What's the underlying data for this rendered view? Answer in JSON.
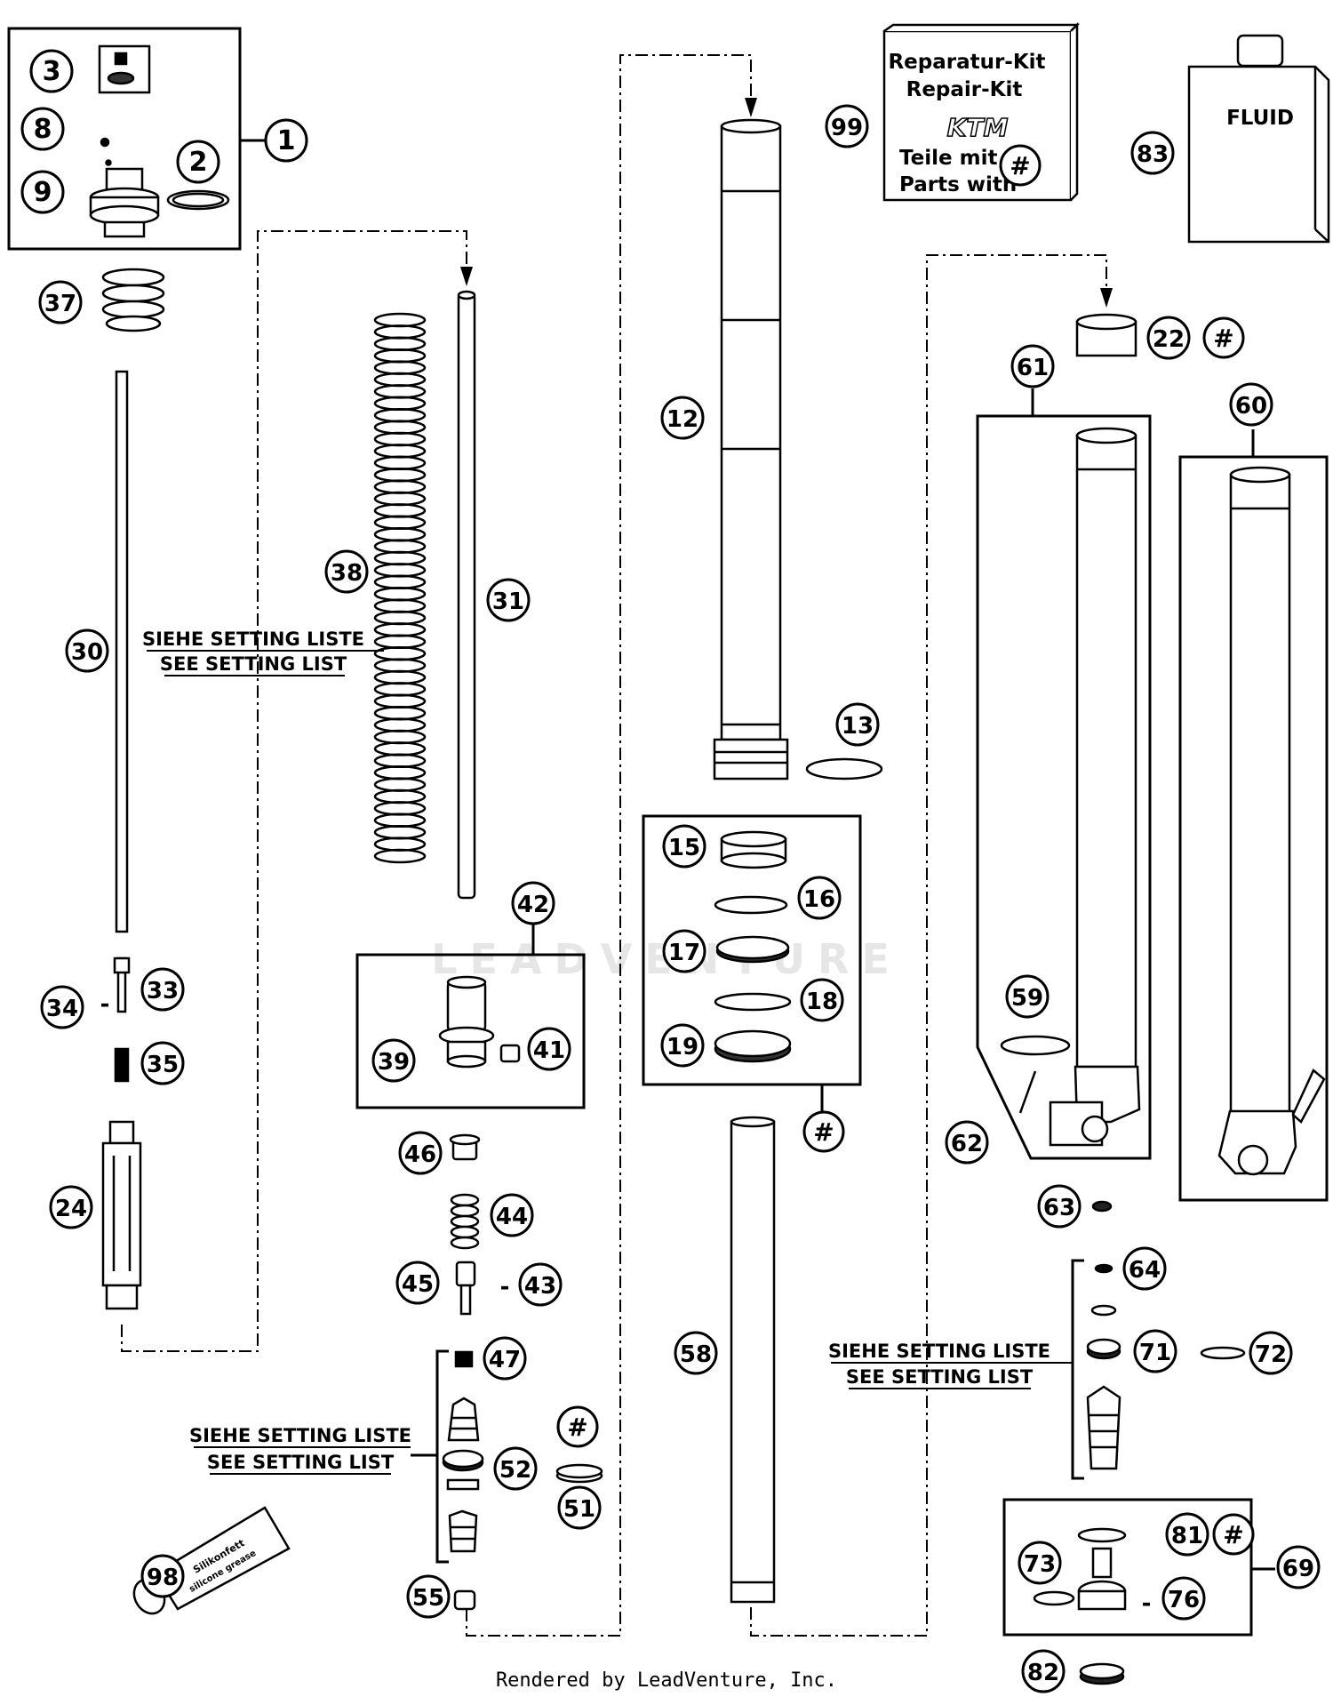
{
  "diagram": {
    "parts": [
      {
        "id": "p1",
        "label": "1"
      },
      {
        "id": "p2",
        "label": "2"
      },
      {
        "id": "p3",
        "label": "3"
      },
      {
        "id": "p8",
        "label": "8"
      },
      {
        "id": "p9",
        "label": "9"
      },
      {
        "id": "p12",
        "label": "12"
      },
      {
        "id": "p13",
        "label": "13"
      },
      {
        "id": "p15",
        "label": "15"
      },
      {
        "id": "p16",
        "label": "16"
      },
      {
        "id": "p17",
        "label": "17"
      },
      {
        "id": "p18",
        "label": "18"
      },
      {
        "id": "p19",
        "label": "19"
      },
      {
        "id": "p22",
        "label": "22"
      },
      {
        "id": "p24",
        "label": "24"
      },
      {
        "id": "p30",
        "label": "30"
      },
      {
        "id": "p31",
        "label": "31"
      },
      {
        "id": "p33",
        "label": "33"
      },
      {
        "id": "p34",
        "label": "34"
      },
      {
        "id": "p35",
        "label": "35"
      },
      {
        "id": "p37",
        "label": "37"
      },
      {
        "id": "p38",
        "label": "38"
      },
      {
        "id": "p39",
        "label": "39"
      },
      {
        "id": "p41",
        "label": "41"
      },
      {
        "id": "p42",
        "label": "42"
      },
      {
        "id": "p43",
        "label": "43"
      },
      {
        "id": "p44",
        "label": "44"
      },
      {
        "id": "p45",
        "label": "45"
      },
      {
        "id": "p46",
        "label": "46"
      },
      {
        "id": "p47",
        "label": "47"
      },
      {
        "id": "p51",
        "label": "51"
      },
      {
        "id": "p52",
        "label": "52"
      },
      {
        "id": "p55",
        "label": "55"
      },
      {
        "id": "p58",
        "label": "58"
      },
      {
        "id": "p59",
        "label": "59"
      },
      {
        "id": "p60",
        "label": "60"
      },
      {
        "id": "p61",
        "label": "61"
      },
      {
        "id": "p62",
        "label": "62"
      },
      {
        "id": "p63",
        "label": "63"
      },
      {
        "id": "p64",
        "label": "64"
      },
      {
        "id": "p69",
        "label": "69"
      },
      {
        "id": "p71",
        "label": "71"
      },
      {
        "id": "p72",
        "label": "72"
      },
      {
        "id": "p73",
        "label": "73"
      },
      {
        "id": "p76",
        "label": "76"
      },
      {
        "id": "p81",
        "label": "81"
      },
      {
        "id": "p82",
        "label": "82"
      },
      {
        "id": "p83",
        "label": "83"
      },
      {
        "id": "p98",
        "label": "98"
      },
      {
        "id": "p99",
        "label": "99"
      }
    ],
    "hash_symbol": "#",
    "dash": "-",
    "setting_note": {
      "de": "SIEHE SETTING LISTE",
      "en": "SEE SETTING LIST"
    },
    "repair_kit": {
      "line1": "Reparatur-Kit",
      "line2": "Repair-Kit",
      "brand": "KTM",
      "line3": "Teile mit",
      "line4": "Parts with"
    },
    "fluid_label": "FLUID",
    "tube_label": "Silikonfett",
    "tube_label2": "silicone grease",
    "watermark": "LEADVENTURE"
  },
  "footer": {
    "credit": "Rendered by LeadVenture, Inc."
  }
}
